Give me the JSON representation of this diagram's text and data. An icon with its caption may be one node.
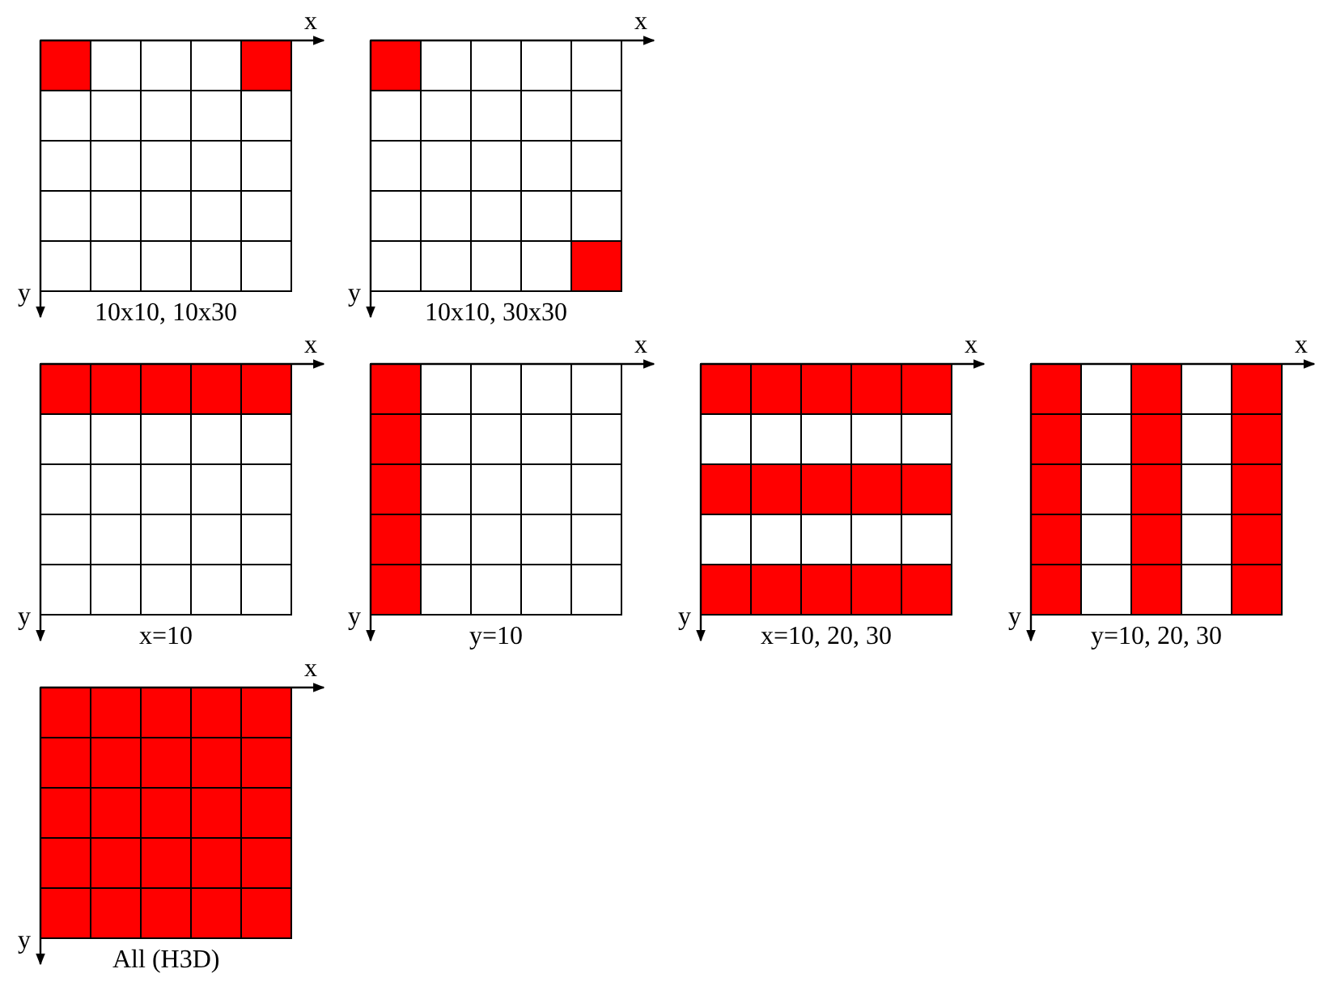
{
  "diagram": {
    "labels": [
      "x",
      "y",
      "10x10, 10x30",
      "x",
      "y",
      "10x10, 30x30",
      "x",
      "y",
      "x=10",
      "x",
      "y",
      "y=10",
      "x",
      "y",
      "x=10, 20, 30",
      "x",
      "y",
      "y=10, 20, 30",
      "x",
      "y",
      "All (H3D)"
    ]
  }
}
